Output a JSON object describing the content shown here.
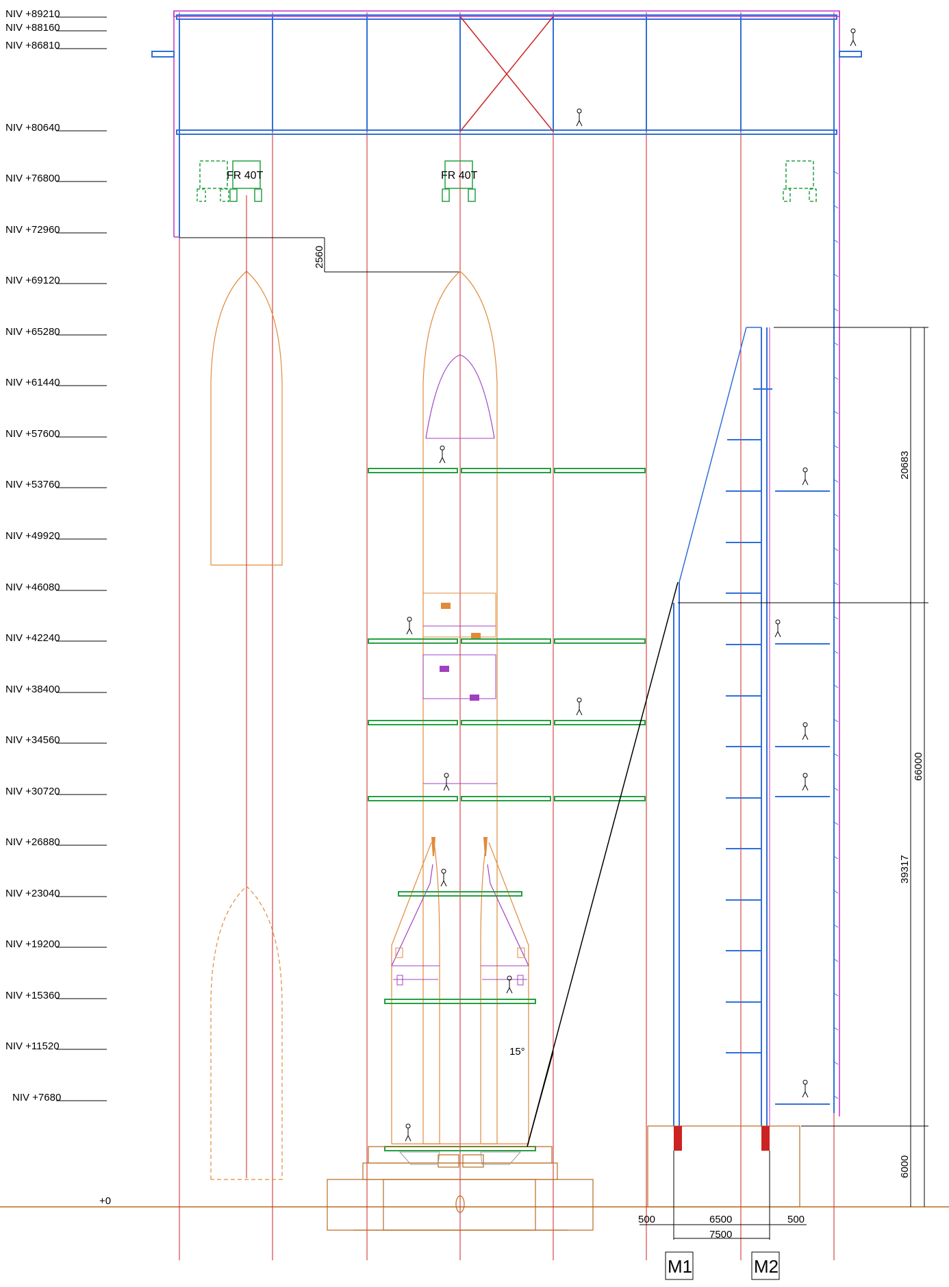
{
  "levels": [
    "NIV +89210",
    "NIV +88160",
    "NIV +86810",
    "NIV +80640",
    "NIV +76800",
    "NIV +72960",
    "NIV +69120",
    "NIV +65280",
    "NIV +61440",
    "NIV +57600",
    "NIV +53760",
    "NIV +49920",
    "NIV +46080",
    "NIV +42240",
    "NIV +38400",
    "NIV +34560",
    "NIV +30720",
    "NIV +26880",
    "NIV +23040",
    "NIV +19200",
    "NIV +15360",
    "NIV +11520",
    "NIV +7680"
  ],
  "ground_label": "+0",
  "crane_labels": [
    "FR 40T",
    "FR 40T"
  ],
  "dimensions": {
    "clearance": "2560",
    "upper_span": "20683",
    "lower_span": "39317",
    "total_height": "66000",
    "base_height": "6000",
    "left_offset": "500",
    "mast_spacing": "6500",
    "right_offset": "500",
    "overall_width": "7500",
    "angle": "15°"
  },
  "masts": {
    "m1": "M1",
    "m2": "M2"
  },
  "colors": {
    "grid_red": "#cc2222",
    "structure_blue": "#2f6fd6",
    "cladding_magenta": "#c030c8",
    "platform_green": "#22a040",
    "rocket_orange": "#e08a3a",
    "base_brown": "#b86a20",
    "payload_purple": "#a040c0"
  }
}
